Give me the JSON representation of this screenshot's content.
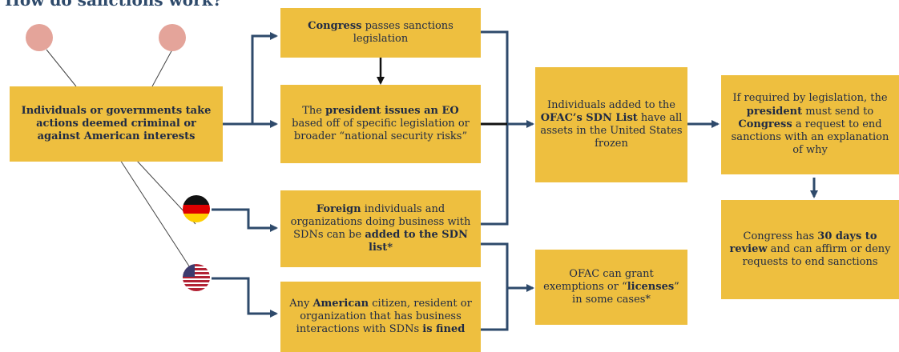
{
  "title": "How do sanctions work?",
  "boxes": {
    "actors": {
      "b": "",
      "pre": "",
      "text": "Individuals or governments take actions deemed criminal or against American interests"
    },
    "congress": {
      "bold": "Congress",
      "text": " passes sanctions legislation"
    },
    "president_a": "The ",
    "president_b": "president issues an EO",
    "president_c": " based off of specific legislation or broader “national security risks”",
    "foreign_a": "Foreign",
    "foreign_b": " individuals and organizations doing business with SDNs can be ",
    "foreign_c": "added to the SDN list*",
    "american_a": "Any ",
    "american_b": "American",
    "american_c": " citizen, resident or organization that has business interactions with SDNs ",
    "american_d": "is fined",
    "sdn_a": "Individuals added to the ",
    "sdn_b": "OFAC’s SDN List",
    "sdn_c": " have all assets in the United States frozen",
    "ofac_a": "OFAC can grant exemptions or “",
    "ofac_b": "licenses",
    "ofac_c": "” in some cases*",
    "req_a": "If required by legislation, the ",
    "req_b": "president",
    "req_c": " must send to ",
    "req_d": "Congress",
    "req_e": " a request to end sanctions with an explanation of why",
    "review_a": "Congress has ",
    "review_b": "30 days to review",
    "review_c": " and can affirm or deny requests to end sanctions"
  },
  "colors": {
    "box": "#eebf3f",
    "connector": "#2e4a6b",
    "person": "#e4a49a"
  },
  "icons": [
    "person-circle",
    "person-circle",
    "germany-flag",
    "usa-flag"
  ]
}
